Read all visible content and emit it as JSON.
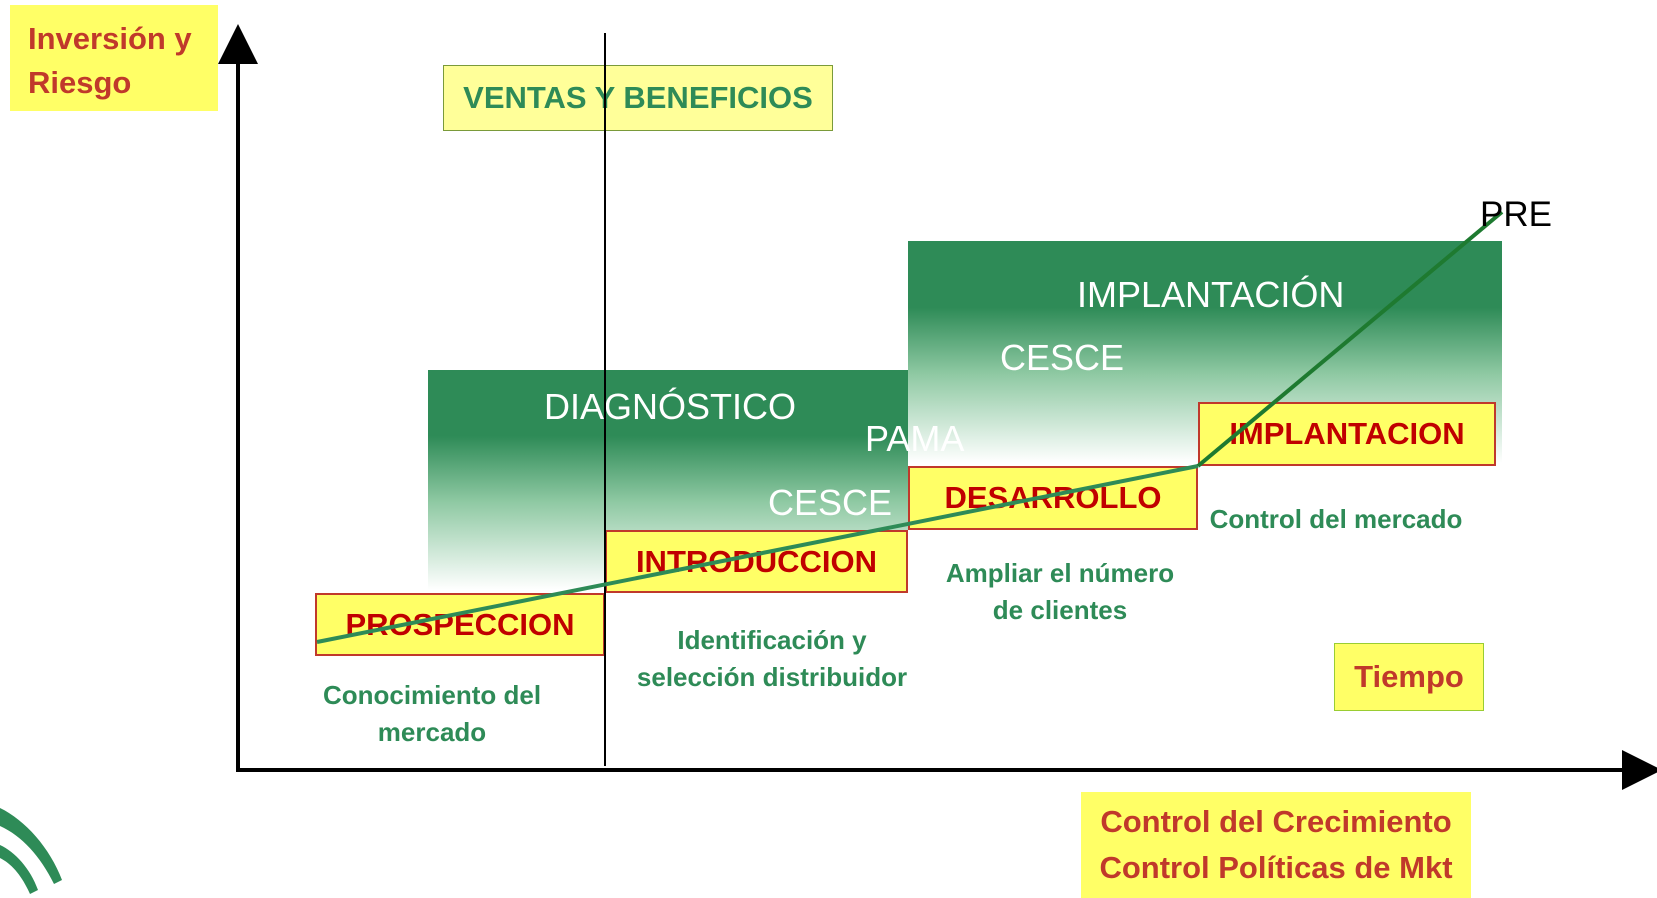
{
  "y_axis_label": [
    "Inversión y",
    "Riesgo"
  ],
  "ventas_label": "VENTAS Y BENEFICIOS",
  "bands": {
    "diagnostico": "DIAGNÓSTICO",
    "implantacion": "IMPLANTACIÓN"
  },
  "overlay_labels": {
    "pama": "PAMA",
    "cesce_lower": "CESCE",
    "cesce_upper": "CESCE",
    "pre": "PRE"
  },
  "stages": [
    {
      "label": "PROSPECCION",
      "description": [
        "Conocimiento del",
        "mercado"
      ]
    },
    {
      "label": "INTRODUCCION",
      "description": [
        "Identificación y",
        "selección distribuidor"
      ]
    },
    {
      "label": "DESARROLLO",
      "description": [
        "Ampliar el número",
        "de clientes"
      ]
    },
    {
      "label": "IMPLANTACION",
      "description": [
        "Control del mercado"
      ]
    }
  ],
  "tiempo_label": "Tiempo",
  "bottom_box": [
    "Control del Crecimiento",
    "Control Políticas de Mkt"
  ],
  "colors": {
    "yellow": "#ffff66",
    "red_text": "#c0392b",
    "green": "#2e8b57",
    "stage_border": "#c0392b"
  },
  "icons": {
    "logo": "swoosh-logo"
  }
}
